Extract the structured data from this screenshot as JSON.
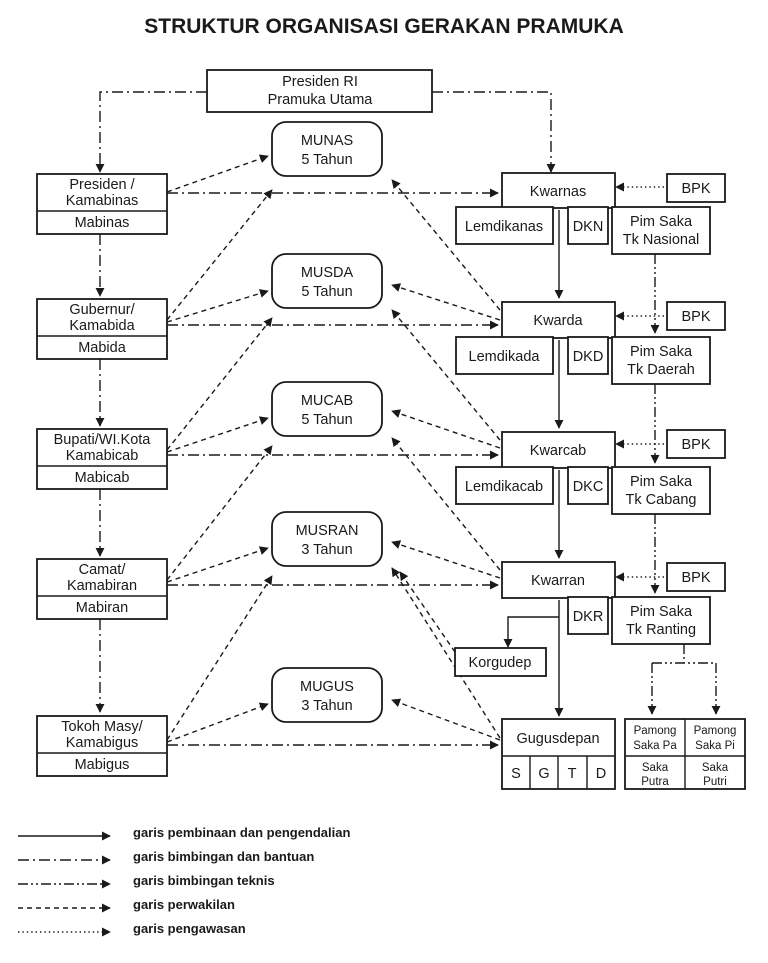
{
  "title": "STRUKTUR ORGANISASI GERAKAN PRAMUKA",
  "nodes": {
    "presiden_ri": [
      "Presiden RI",
      "Pramuka Utama"
    ],
    "presiden_kamabinas": [
      "Presiden /",
      "Kamabinas"
    ],
    "mabinas": "Mabinas",
    "gubernur_kamabida": [
      "Gubernur/",
      "Kamabida"
    ],
    "mabida": "Mabida",
    "bupati_kamabicab": [
      "Bupati/WI.Kota",
      "Kamabicab"
    ],
    "mabicab": "Mabicab",
    "camat_kamabiran": [
      "Camat/",
      "Kamabiran"
    ],
    "mabiran": "Mabiran",
    "tokoh_kamabigus": [
      "Tokoh Masy/",
      "Kamabigus"
    ],
    "mabigus": "Mabigus",
    "munas": [
      "MUNAS",
      "5 Tahun"
    ],
    "musda": [
      "MUSDA",
      "5 Tahun"
    ],
    "mucab": [
      "MUCAB",
      "5 Tahun"
    ],
    "musran": [
      "MUSRAN",
      "3 Tahun"
    ],
    "mugus": [
      "MUGUS",
      "3 Tahun"
    ],
    "kwarnas": "Kwarnas",
    "lemdikanas": "Lemdikanas",
    "dkn": "DKN",
    "pim_saka_nasional": [
      "Pim Saka",
      "Tk Nasional"
    ],
    "kwarda": "Kwarda",
    "lemdikada": "Lemdikada",
    "dkd": "DKD",
    "pim_saka_daerah": [
      "Pim Saka",
      "Tk Daerah"
    ],
    "kwarcab": "Kwarcab",
    "lemdikacab": "Lemdikacab",
    "dkc": "DKC",
    "pim_saka_cabang": [
      "Pim Saka",
      "Tk Cabang"
    ],
    "kwarran": "Kwarran",
    "dkr": "DKR",
    "pim_saka_ranting": [
      "Pim Saka",
      "Tk Ranting"
    ],
    "korgudep": "Korgudep",
    "gugusdepan": "Gugusdepan",
    "gugus_units": [
      "S",
      "G",
      "T",
      "D"
    ],
    "bpk": "BPK",
    "pamong_saka_pa": [
      "Pamong",
      "Saka Pa"
    ],
    "pamong_saka_pi": [
      "Pamong",
      "Saka Pi"
    ],
    "saka_putra": [
      "Saka",
      "Putra"
    ],
    "saka_putri": [
      "Saka",
      "Putri"
    ]
  },
  "legend": [
    {
      "style": "solid",
      "label": "garis pembinaan dan pengendalian"
    },
    {
      "style": "dash-dot",
      "label": "garis bimbingan dan bantuan"
    },
    {
      "style": "dash-dot-dot",
      "label": "garis bimbingan teknis"
    },
    {
      "style": "dashed",
      "label": "garis perwakilan"
    },
    {
      "style": "dotted",
      "label": "garis pengawasan"
    }
  ]
}
